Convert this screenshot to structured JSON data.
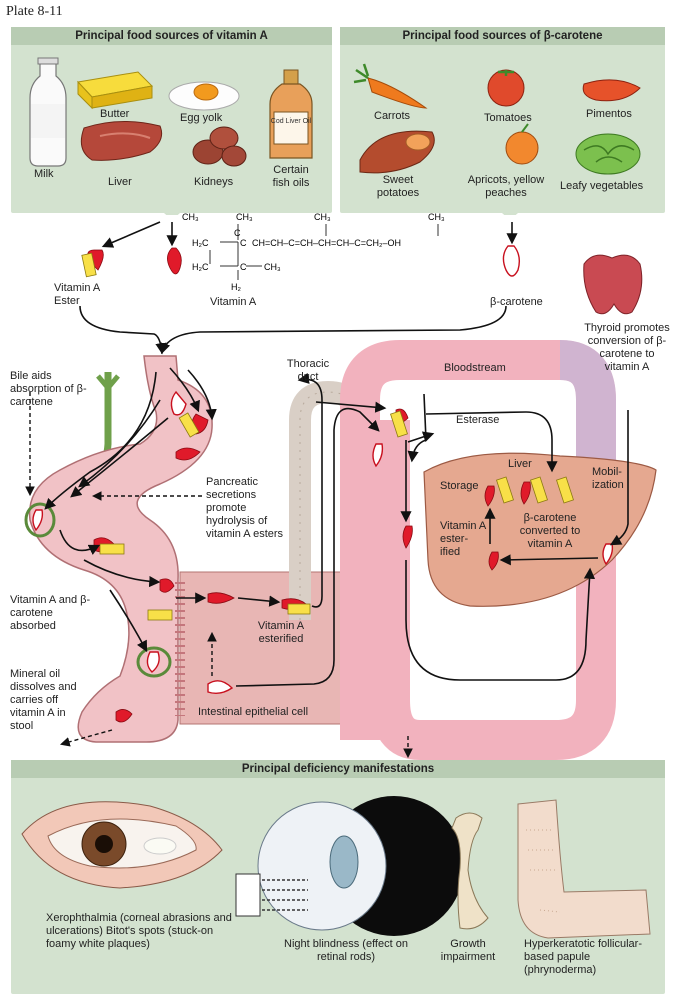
{
  "plate": "Plate 8-11",
  "vitA_sources": {
    "title": "Principal food sources of vitamin A",
    "butter": "Butter",
    "egg_yolk": "Egg yolk",
    "milk": "Milk",
    "liver": "Liver",
    "kidneys": "Kidneys",
    "fish_oils": "Certain fish oils",
    "bottle_label": "Cod Liver Oil"
  },
  "carotene_sources": {
    "title": "Principal food sources of β-carotene",
    "carrots": "Carrots",
    "tomatoes": "Tomatoes",
    "pimentos": "Pimentos",
    "sweet_potatoes": "Sweet potatoes",
    "apricots": "Apricots, yellow peaches",
    "leafy": "Leafy vegetables"
  },
  "molecule": {
    "ch3_a": "CH₃",
    "ch3_b": "CH₃",
    "ch3_c": "CH₃",
    "ch3_d": "CH₃",
    "ch3_e": "CH₃",
    "h2c_a": "H₂C",
    "h2c_b": "H₂C",
    "h2": "H₂",
    "c_ring_a": "C",
    "c_ring_b": "C",
    "c_ring_c": "C",
    "chain": "CH=CH–C=CH–CH=CH–C=CH₂–OH"
  },
  "absorption": {
    "vitamin_a_ester": "Vitamin A Ester",
    "vitamin_a": "Vitamin A",
    "beta_carotene": "β-carotene",
    "thyroid": "Thyroid promotes conversion of β-carotene to vitamin A",
    "bile": "Bile aids absorption of β-carotene",
    "thoracic": "Thoracic duct",
    "bloodstream": "Bloodstream",
    "esterase": "Esterase",
    "liver": "Liver",
    "storage": "Storage",
    "mobilization": "Mobil- ization",
    "esterified_liver": "Vitamin A ester- ified",
    "converted": "β-carotene converted to vitamin A",
    "pancreatic": "Pancreatic secretions promote hydrolysis of vitamin A esters",
    "absorbed": "Vitamin A and β-carotene absorbed",
    "esterified_cell": "Vitamin A esterified",
    "mineral_oil": "Mineral oil dissolves and carries off vitamin A in stool",
    "epithelial": "Intestinal epithelial cell"
  },
  "deficiency": {
    "title": "Principal deficiency manifestations",
    "xerophthalmia": "Xerophthalmia (corneal abrasions and ulcerations) Bitot's spots (stuck-on foamy white plaques)",
    "night_blindness": "Night blindness (effect on retinal rods)",
    "growth": "Growth impairment",
    "hyperkeratotic": "Hyperkeratotic follicular-based papule (phrynoderma)"
  }
}
